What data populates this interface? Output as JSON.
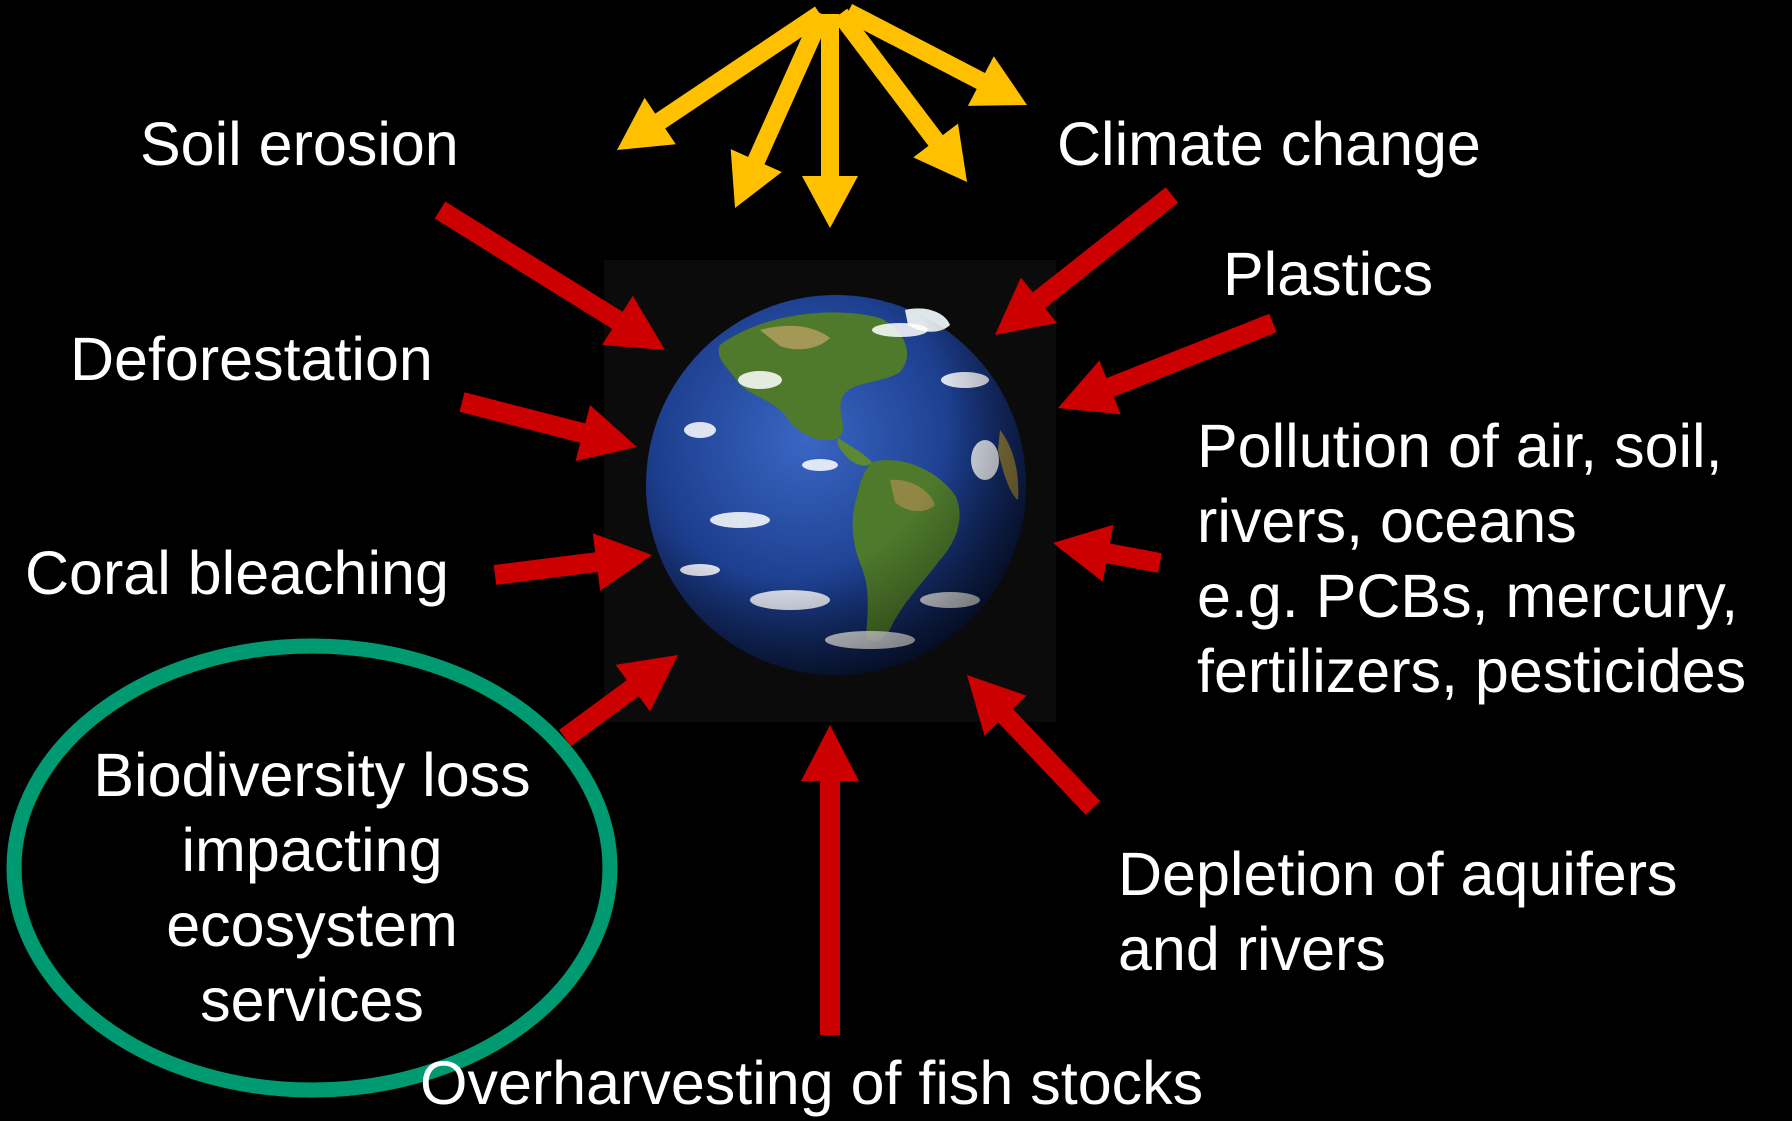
{
  "colors": {
    "background": "#000000",
    "text": "#ffffff",
    "threat_arrow": "#cc0000",
    "sun_arrow": "#ffc000",
    "highlight_ellipse": "#009a72",
    "ocean": "#1d3f8f",
    "land": "#4f7a2c"
  },
  "icons": {
    "earth": "earth-globe-image"
  },
  "labels": {
    "soil_erosion": "Soil erosion",
    "climate_change": "Climate change",
    "plastics": "Plastics",
    "deforestation": "Deforestation",
    "pollution": [
      "Pollution of air, soil,",
      "rivers, oceans",
      "e.g. PCBs, mercury,",
      "fertilizers, pesticides"
    ],
    "coral_bleaching": "Coral bleaching",
    "biodiversity": [
      "Biodiversity loss",
      "impacting",
      "ecosystem",
      "services"
    ],
    "depletion": [
      "Depletion of aquifers",
      "and rivers"
    ],
    "overharvesting": "Overharvesting of fish stocks"
  }
}
